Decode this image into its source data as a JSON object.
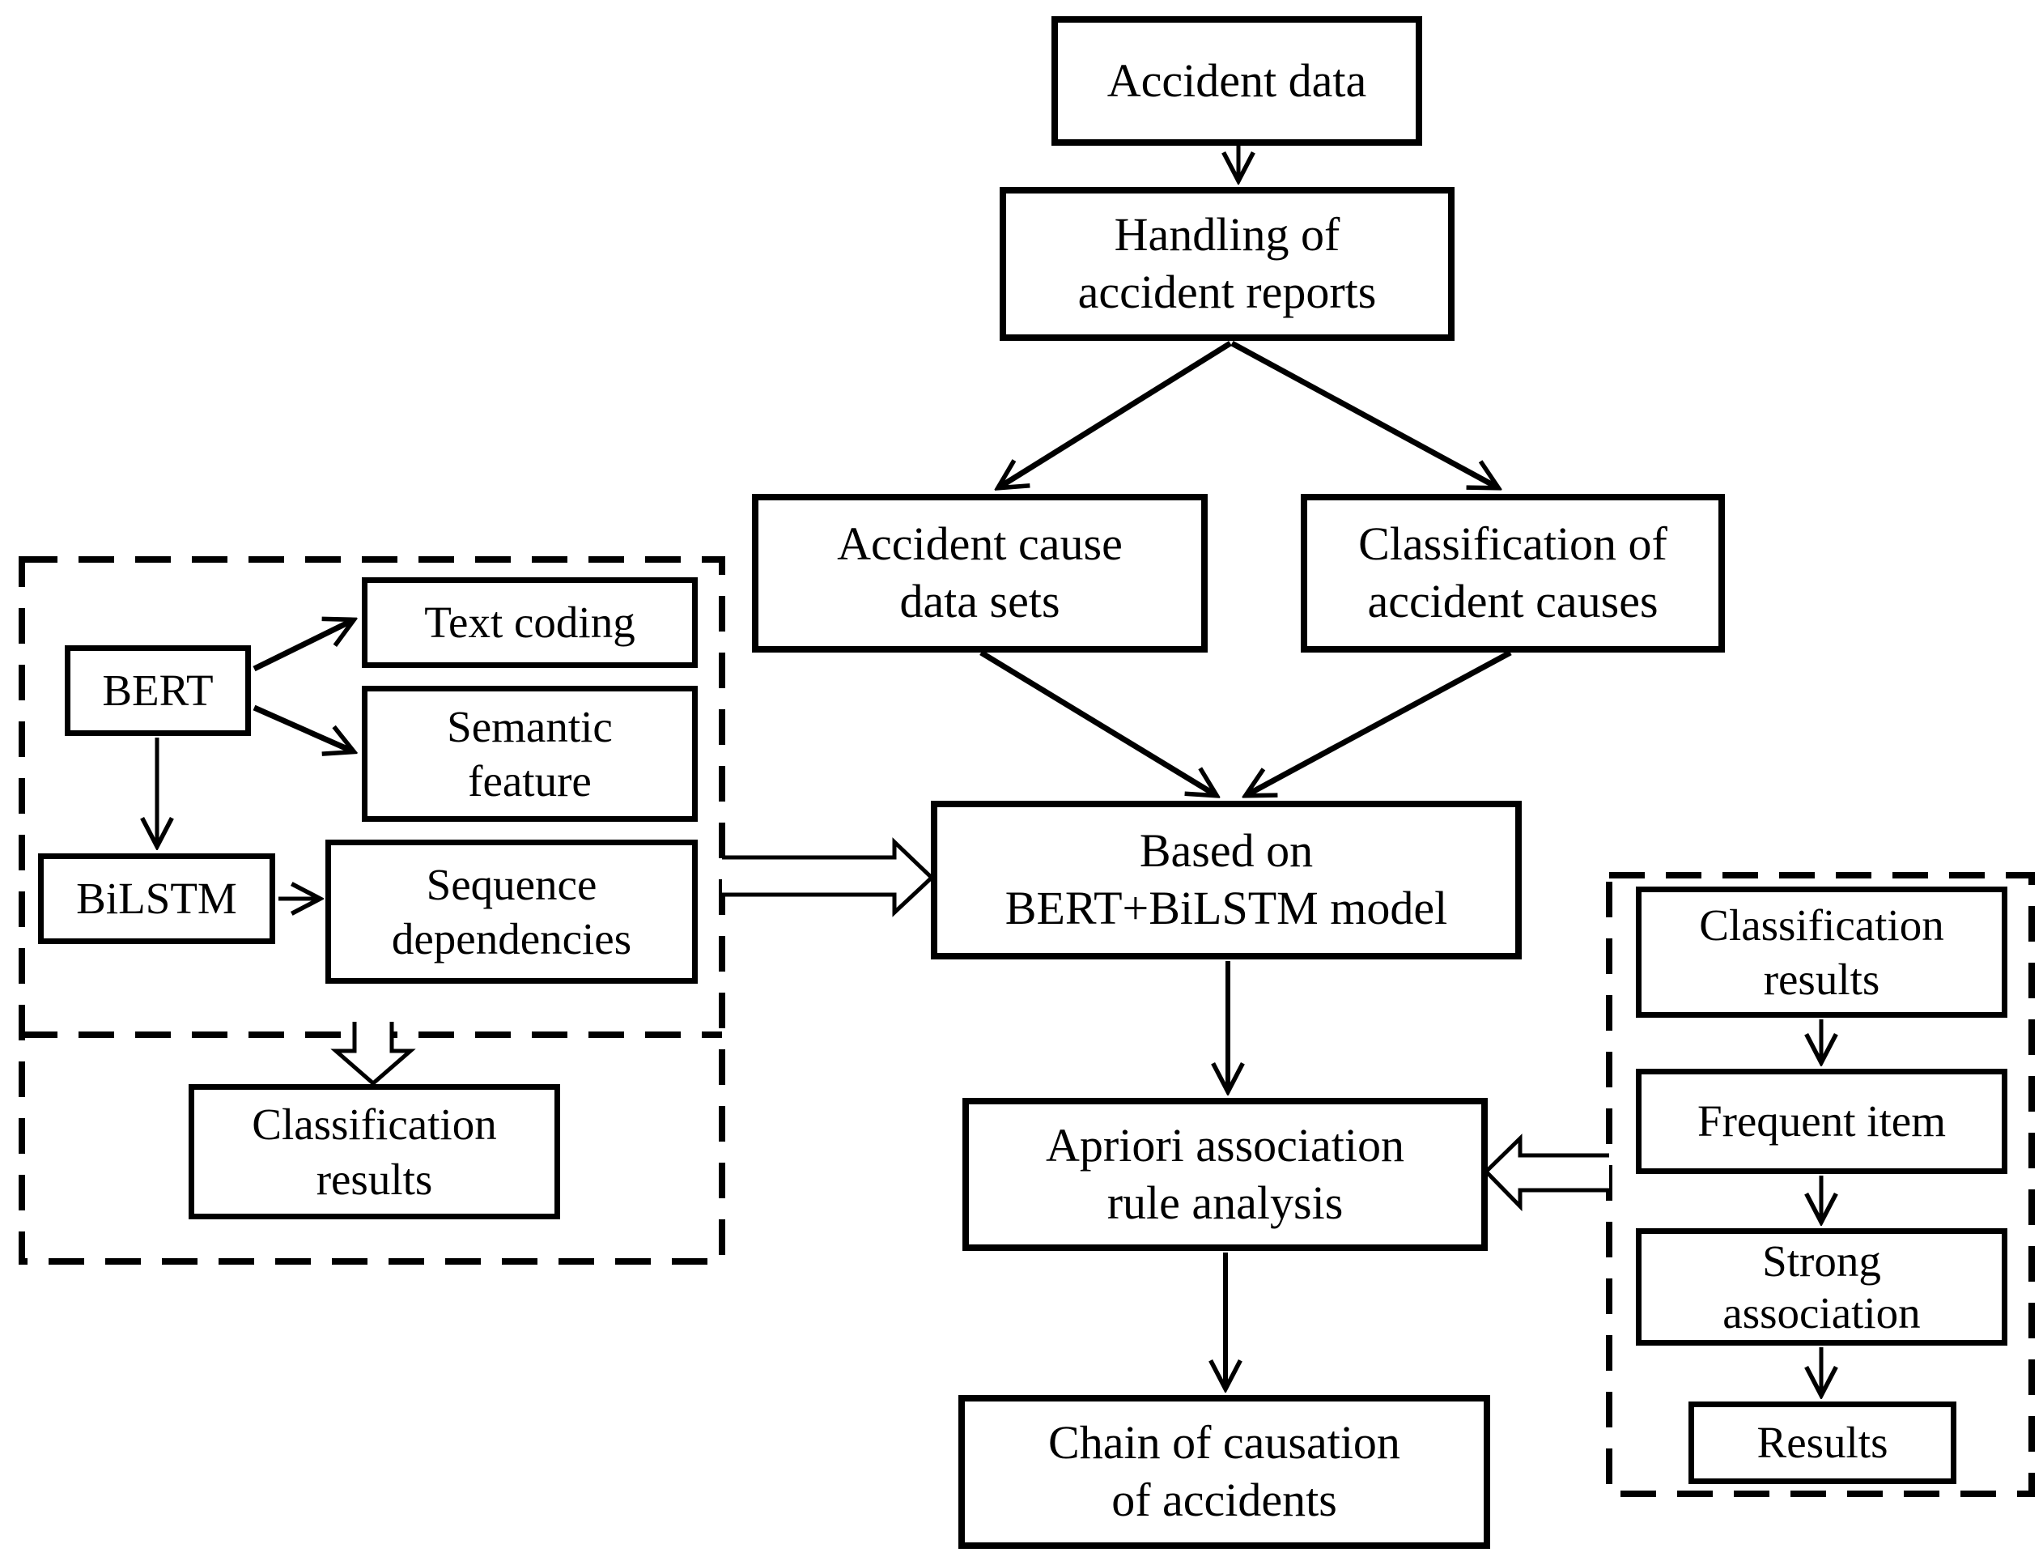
{
  "colors": {
    "line": "#000000",
    "background": "#ffffff"
  },
  "main_flow": {
    "accident_data": {
      "label": "Accident data"
    },
    "handling": {
      "line1": "Handling of",
      "line2": "accident reports"
    },
    "cause_datasets": {
      "line1": "Accident cause",
      "line2": "data sets"
    },
    "classification_causes": {
      "line1": "Classification of",
      "line2": "accident causes"
    },
    "bert_bilstm_model": {
      "line1": "Based on",
      "line2": "BERT+BiLSTM model"
    },
    "apriori": {
      "line1": "Apriori association",
      "line2": "rule analysis"
    },
    "chain": {
      "line1": "Chain of causation",
      "line2": "of accidents"
    }
  },
  "left_panel": {
    "bert": {
      "label": "BERT"
    },
    "text_coding": {
      "label": "Text coding"
    },
    "semantic_feature": {
      "line1": "Semantic",
      "line2": "feature"
    },
    "bilstm": {
      "label": "BiLSTM"
    },
    "sequence_dependencies": {
      "line1": "Sequence",
      "line2": "dependencies"
    },
    "classification_results": {
      "line1": "Classification",
      "line2": "results"
    }
  },
  "right_panel": {
    "classification_results": {
      "line1": "Classification",
      "line2": "results"
    },
    "frequent_item": {
      "label": "Frequent item"
    },
    "strong_association": {
      "line1": "Strong",
      "line2": "association"
    },
    "results": {
      "label": "Results"
    }
  }
}
